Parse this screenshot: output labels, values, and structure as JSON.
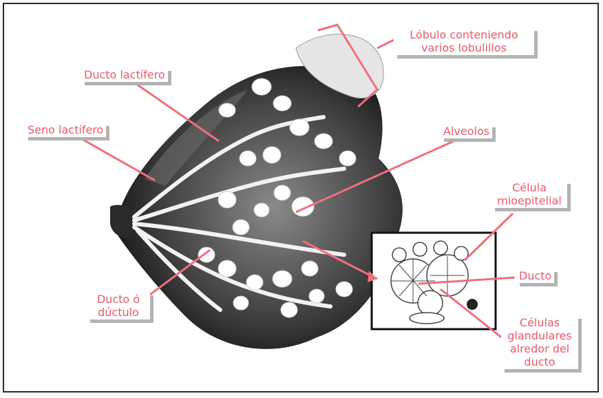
{
  "colors": {
    "label_text": "#e85a6a",
    "leader_line": "#ef6f7c",
    "label_shadow": "#b3b3b3",
    "frame": "#2a2a2a"
  },
  "labels": {
    "lobulo": [
      "Lóbulo conteniendo",
      "varios lobulillos"
    ],
    "ducto_lactifero": "Ducto lactífero",
    "seno_lactifero": "Seno lactífero",
    "alveolos": "Alveolos",
    "celula_mioepitelial": [
      "Célula",
      "mioepitelial"
    ],
    "ducto": "Ducto",
    "ducto_o_ductulo": [
      "Ducto ó",
      "dúctulo"
    ],
    "celulas_glandulares": [
      "Células",
      "glandulares",
      "alredor del",
      "ducto"
    ]
  }
}
